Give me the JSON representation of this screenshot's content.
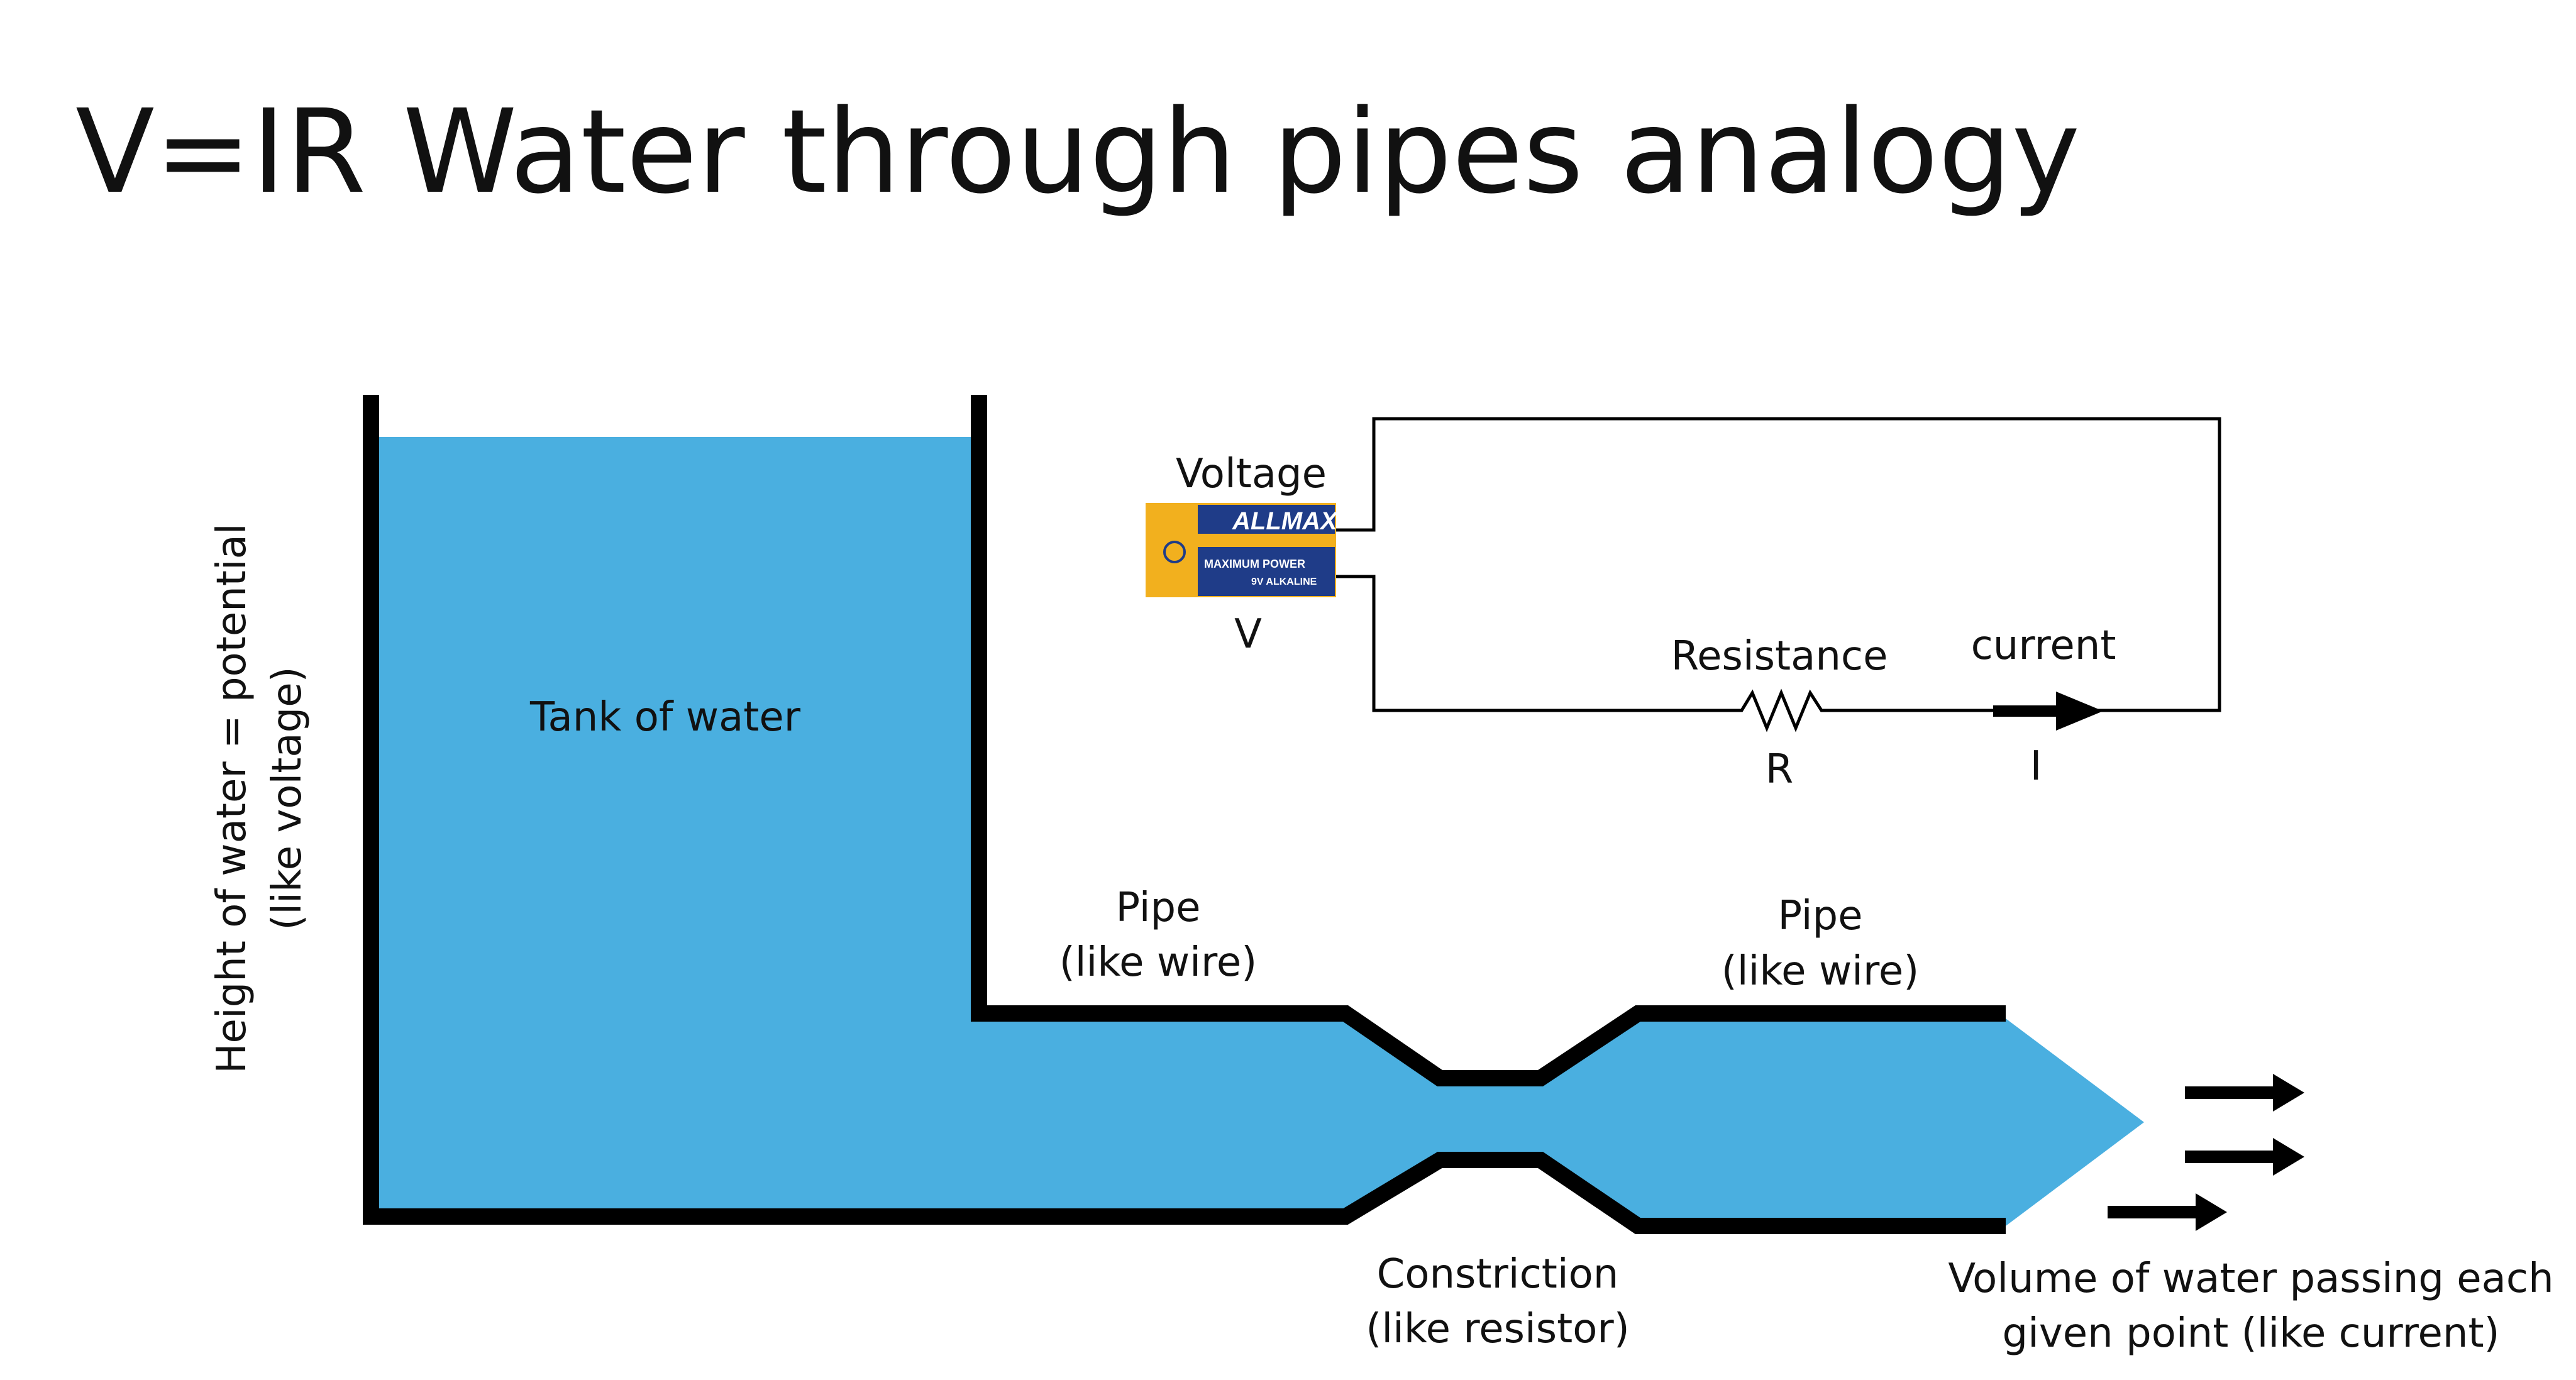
{
  "title": "V=IR  Water through pipes analogy",
  "labels": {
    "tank": "Tank of water",
    "height_line1": "Height of water = potential",
    "height_line2": "(like voltage)",
    "pipe1_line1": "Pipe",
    "pipe1_line2": "(like wire)",
    "pipe2_line1": "Pipe",
    "pipe2_line2": "(like wire)",
    "constriction_line1": "Constriction",
    "constriction_line2": "(like resistor)",
    "volume_line1": "Volume of water passing each",
    "volume_line2": "given point (like current)"
  },
  "circuit": {
    "voltage_label": "Voltage",
    "voltage_symbol": "V",
    "resistance_label": "Resistance",
    "resistance_symbol": "R",
    "current_label": "current",
    "current_symbol": "I",
    "battery_brand": "ALLMAX",
    "battery_text1": "MAXIMUM POWER",
    "battery_text2": "9V ALKALINE"
  },
  "colors": {
    "water": "#4AAFE0",
    "wall": "#000000",
    "battery_yellow": "#F2B01E",
    "battery_blue": "#1F3C88"
  }
}
